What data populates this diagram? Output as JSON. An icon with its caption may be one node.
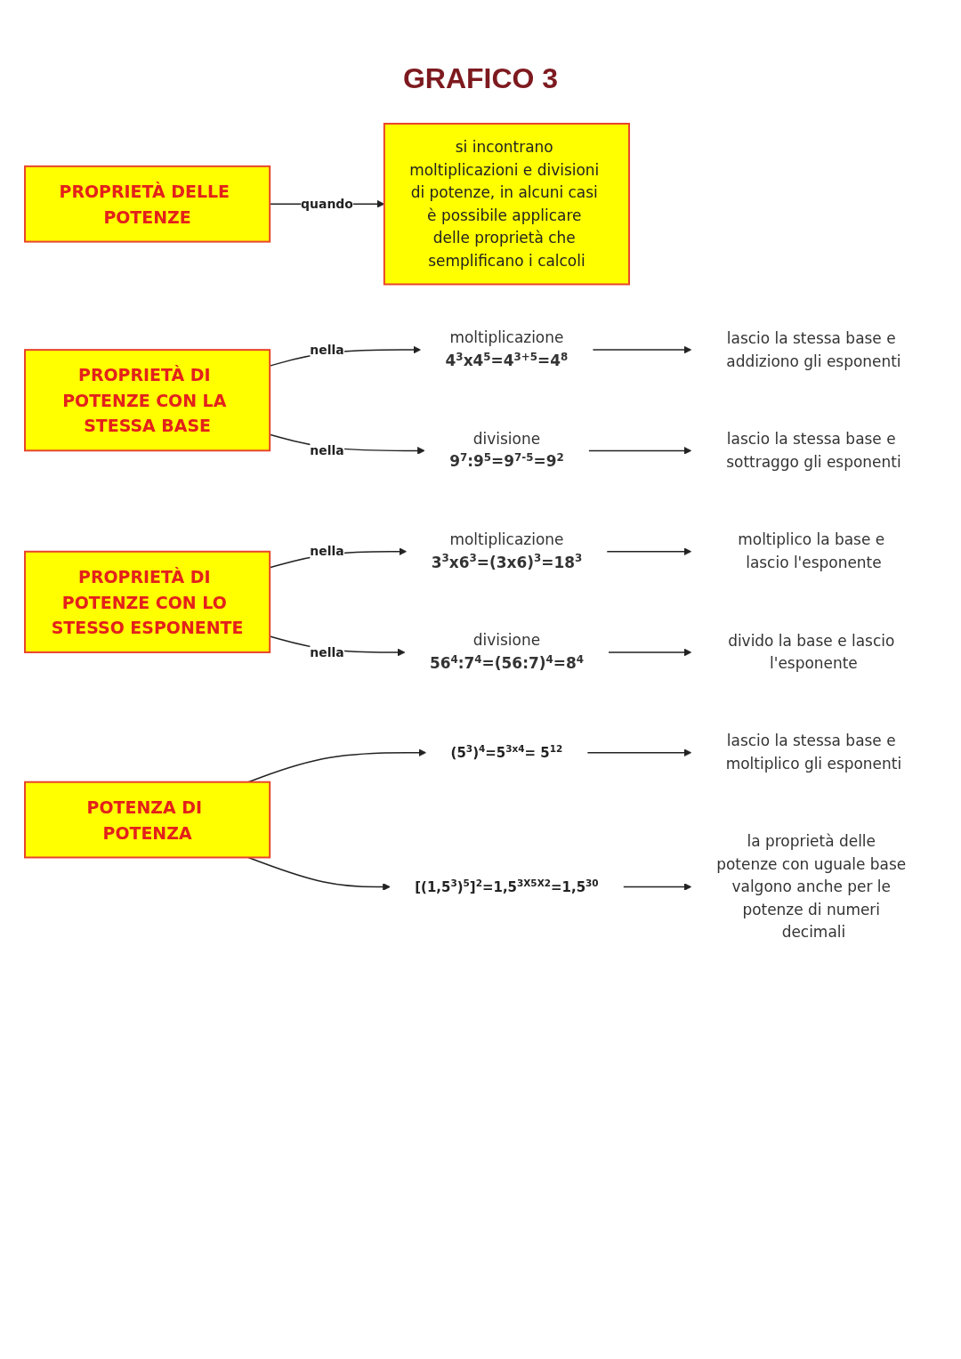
{
  "diagram": {
    "title": "GRAFICO 3",
    "nodes": [
      {
        "text": [
          "PROPRIETÀ DELLE POTENZE"
        ]
      },
      {
        "text": [
          "si incontrano moltiplicazioni e divisioni di potenze, in alcuni casi è possibile applicare delle proprietà che semplificano i calcoli"
        ]
      },
      {
        "text": [
          "PROPRIETÀ DI POTENZE CON LA STESSA BASE"
        ]
      },
      {
        "text": [
          "PROPRIETÀ DI POTENZE CON LO STESSO ESPONENTE"
        ]
      },
      {
        "text": [
          "moltiplicazione",
          "4$^{3}$x4$^{5}$=4$^{3+5}$=4$^{8}$"
        ]
      },
      {
        "text": [
          "divisione",
          "9$^{7}$:9$^{5}$=9$^{7-5}$=9$^{2}$"
        ]
      },
      {
        "text": [
          "moltiplicazione",
          "3$^{3}$x6$^{3}$=(3x6)$^{3}$=18$^{3}$"
        ]
      },
      {
        "text": [
          "divisione",
          "56$^{4}$:7$^{4}$=(56:7)$^{4}$=8$^{4}$"
        ]
      },
      {
        "text": [
          "lascio la stessa base e addiziono gli esponenti"
        ]
      },
      {
        "text": [
          "lascio la stessa base e sottraggo gli esponenti"
        ]
      },
      {
        "text": [
          "moltiplico la base e lascio l'esponente"
        ]
      },
      {
        "text": [
          "divido la base e lascio l'esponente"
        ]
      },
      {
        "text": [
          "POTENZA DI POTENZA"
        ]
      },
      {
        "text": [
          "(5$^{3}$)$^{4}$=5$^{3x4}$= 5$^{12}$"
        ]
      },
      {
        "text": [
          "[(1,5$^{3}$)$^{5}$]$^{2}$=1,5$^{3X5X2}$=1,5$^{30}$"
        ]
      },
      {
        "text": [
          "lascio la stessa base e moltiplico gli esponenti"
        ]
      },
      {
        "text": [
          "la proprietà delle potenze con uguale base valgono anche per le potenze di numeri decimali"
        ]
      }
    ],
    "edges": [
      {
        "from": 0,
        "to": 1,
        "arrow": "to",
        "label": "quando"
      },
      {
        "from": 2,
        "to": 4,
        "arrow": "to",
        "label": "nella"
      },
      {
        "from": 2,
        "to": 5,
        "arrow": "to",
        "label": "nella"
      },
      {
        "from": 3,
        "to": 6,
        "arrow": "to",
        "label": "nella"
      },
      {
        "from": 3,
        "to": 7,
        "arrow": "to",
        "label": "nella"
      },
      {
        "from": 4,
        "to": 8,
        "arrow": "to"
      },
      {
        "from": 5,
        "to": 9,
        "arrow": "to"
      },
      {
        "from": 6,
        "to": 10,
        "arrow": "to"
      },
      {
        "from": 7,
        "to": 11,
        "arrow": "to"
      },
      {
        "from": 12,
        "to": 13,
        "arrow": "to"
      },
      {
        "from": 12,
        "to": 14,
        "arrow": "to"
      },
      {
        "from": 13,
        "to": 15,
        "arrow": "to"
      },
      {
        "from": 14,
        "to": 16,
        "arrow": "to"
      }
    ]
  }
}
